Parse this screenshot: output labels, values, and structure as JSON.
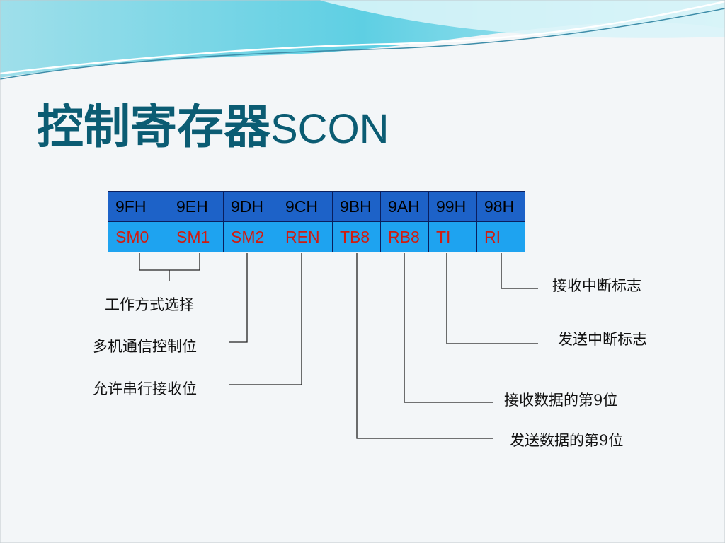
{
  "title": {
    "cn": "控制寄存器",
    "en": "SCON"
  },
  "register": {
    "addresses": [
      "9FH",
      "9EH",
      "9DH",
      "9CH",
      "9BH",
      "9AH",
      "99H",
      "98H"
    ],
    "bits": [
      "SM0",
      "SM1",
      "SM2",
      "REN",
      "TB8",
      "RB8",
      "TI",
      "RI"
    ]
  },
  "labels": {
    "mode_select": "工作方式选择",
    "multi_comm": "多机通信控制位",
    "serial_recv_enable": "允许串行接收位",
    "recv_int_flag": "接收中断标志",
    "send_int_flag": "发送中断标志",
    "recv_bit9": "接收数据的第9位",
    "send_bit9": "发送数据的第9位"
  },
  "colors": {
    "title": "#0b5c73",
    "address_row": "#1d62c8",
    "bit_row": "#1ea3f0",
    "bit_text": "#d01c10"
  }
}
